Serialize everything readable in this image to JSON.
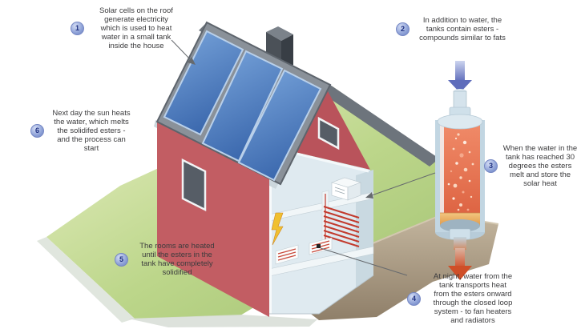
{
  "diagram": {
    "subject": "solar-heat-storage-house",
    "steps": [
      {
        "number": "1",
        "text": "Solar cells on the roof\ngenerate electricity\nwhich is used to heat\nwater in a small tank\ninside the house"
      },
      {
        "number": "2",
        "text": "In addition to water, the\ntanks contain esters -\ncompounds similar to fats"
      },
      {
        "number": "3",
        "text": "When the water in the\ntank has reached 30\ndegrees the esters\nmelt and store the\nsolar heat"
      },
      {
        "number": "4",
        "text": "At night, water from the\ntank transports heat\nfrom the esters onward\nthrough the closed loop\nsystem - to fan heaters\nand radiators"
      },
      {
        "number": "5",
        "text": "The rooms are heated\nuntil the esters in the\ntank have completely\nsolidified"
      },
      {
        "number": "6",
        "text": "Next day the sun heats\nthe water, which melts\nthe solidifed esters -\nand the process can\nstart"
      }
    ],
    "colors": {
      "background": "#ffffff",
      "text": "#3b3b3d",
      "badge_fill": "#8b9fd6",
      "badge_number": "#1c2e80",
      "solar_panel": "#3c69ae",
      "roof_gray": "#8a9199",
      "house_wall_red": "#c25d63",
      "interior_pale_blue": "#dfeaf0",
      "grass_green": "#b7d285",
      "soil_brown": "#93836d",
      "tank_shell": "#c2d6e2",
      "tank_fluid_hot": "#db5f3e",
      "ester_band_orange": "#e8a85c",
      "cold_arrow_blue": "#5e6cbb",
      "hot_arrow_red": "#cf4f28",
      "lightning_yellow": "#f0c030",
      "heating_coil_red": "#c23b2e"
    }
  }
}
